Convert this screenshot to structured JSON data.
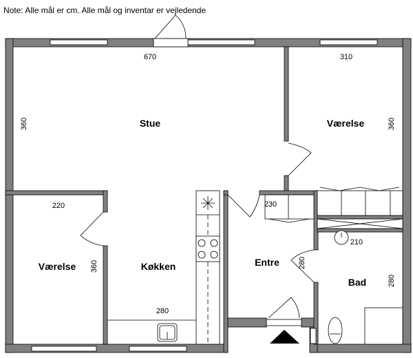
{
  "note": "Note: Alle mål er cm. Alle mål og inventar er vejledende",
  "rooms": {
    "stue": {
      "name": "Stue",
      "width": "670",
      "height": "360"
    },
    "vaerelse_right": {
      "name": "Værelse",
      "width": "310",
      "height": "360"
    },
    "vaerelse_left": {
      "name": "Værelse",
      "width": "220",
      "height": "360"
    },
    "kokken": {
      "name": "Køkken",
      "width": "280"
    },
    "entre": {
      "name": "Entre",
      "closet_width": "230",
      "height": "280"
    },
    "bad": {
      "name": "Bad",
      "width": "210",
      "height": "280"
    }
  },
  "colors": {
    "wall": "#808080",
    "line": "#000000"
  }
}
